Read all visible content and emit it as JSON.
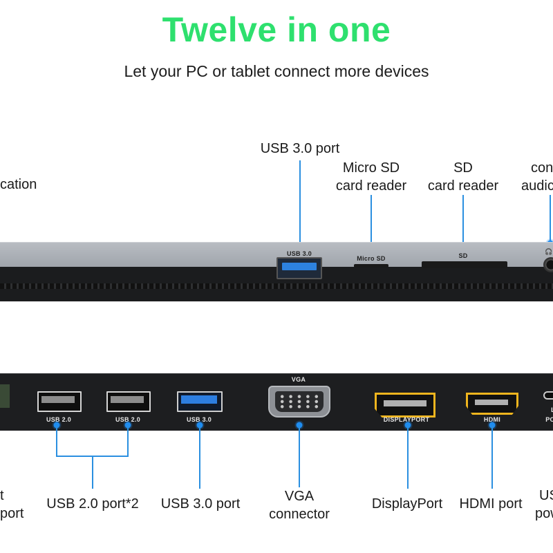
{
  "header": {
    "title": "Twelve in one",
    "subtitle": "Let your PC or tablet connect more devices"
  },
  "top_labels": {
    "usb30": "USB 3.0 port",
    "microsd_1": "Micro SD",
    "microsd_2": "card reader",
    "sd_1": "SD",
    "sd_2": "card reader",
    "left_cut": "cation",
    "right_cut_1": "con",
    "right_cut_2": "audic"
  },
  "top_port_marks": {
    "usb30": "USB 3.0",
    "microsd": "Micro SD",
    "sd": "SD"
  },
  "bottom_port_marks": {
    "vga": "VGA",
    "usb20_a": "USB 2.0",
    "usb20_b": "USB 2.0",
    "usb30": "USB 3.0",
    "displayport": "DISPLAYPORT",
    "hdmi": "HDMI",
    "right_cut_top": "L",
    "right_cut": "PO"
  },
  "bottom_labels": {
    "left_cut_1": "t",
    "left_cut_2": "port",
    "usb20": "USB 2.0 port*2",
    "usb30": "USB 3.0 port",
    "vga_1": "VGA",
    "vga_2": "connector",
    "displayport": "DisplayPort",
    "hdmi": "HDMI port",
    "right_cut_1": "US",
    "right_cut_2": "pow"
  },
  "colors": {
    "title": "#2ee06e",
    "callout": "#1e8cf0",
    "connector_accent": "#f0b51e",
    "usb3_blue": "#2d82e0"
  }
}
